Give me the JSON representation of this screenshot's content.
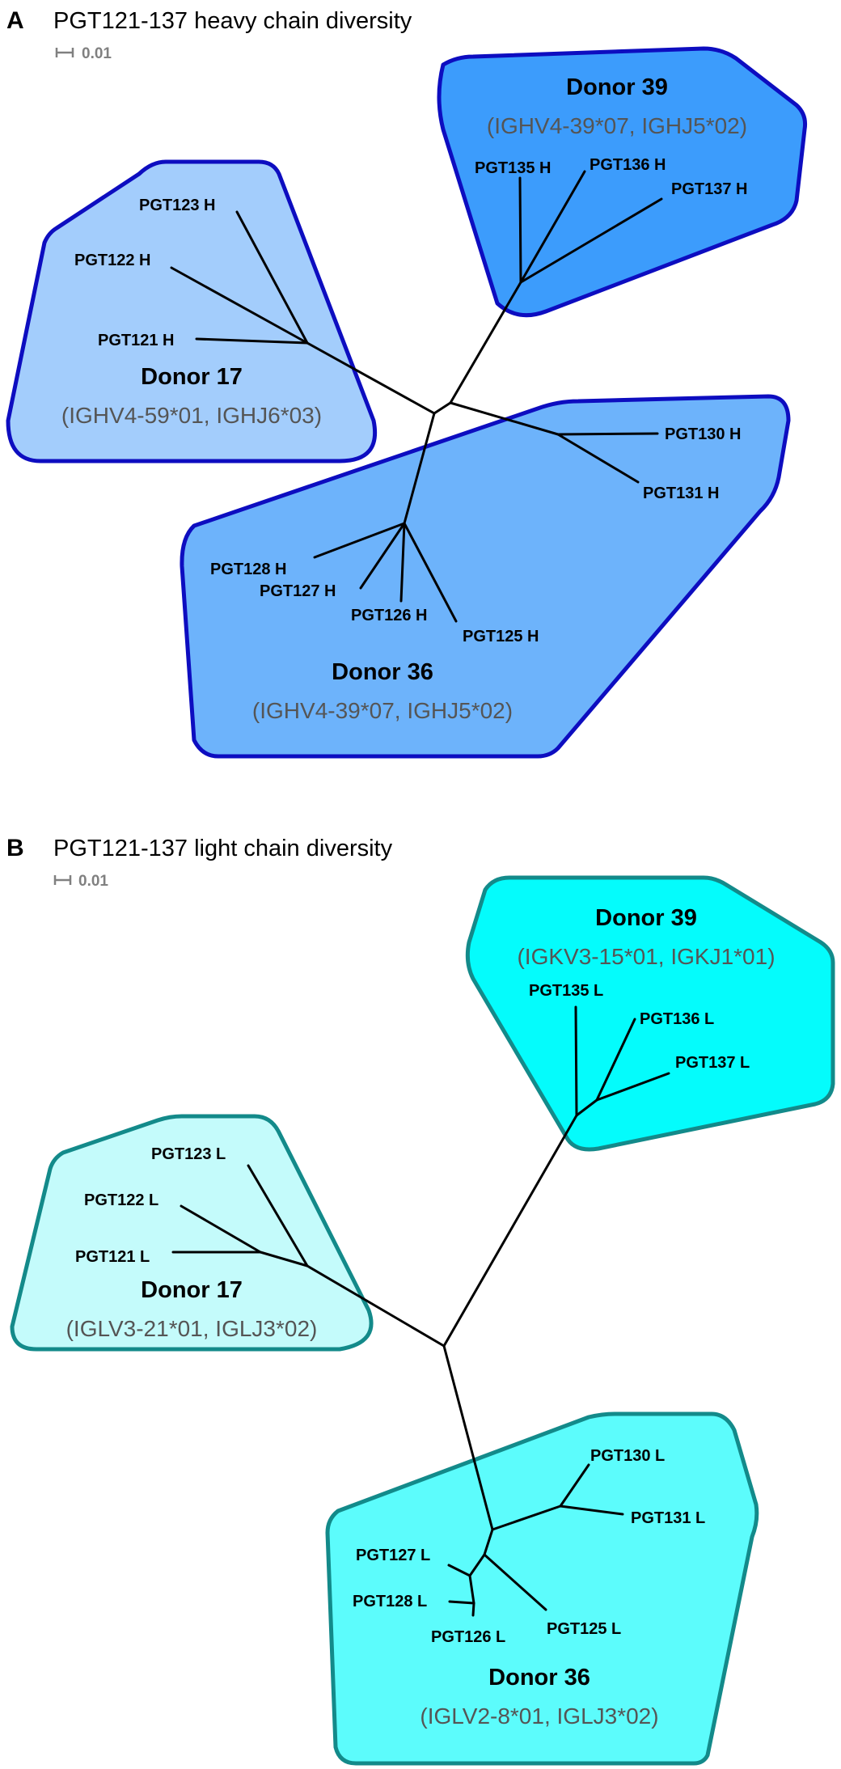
{
  "colors": {
    "heavy_donor17_fill": "#a3cdfc",
    "heavy_donor39_fill": "#3c9cfc",
    "heavy_donor36_fill": "#6db3fb",
    "heavy_outline": "#0d0dc0",
    "light_donor17_fill": "#c4fbfb",
    "light_donor39_fill": "#04fcfc",
    "light_donor36_fill": "#5cfcfc",
    "light_outline": "#138a8a",
    "scale_bar": "#808080"
  },
  "panelA": {
    "letter": "A",
    "title": "PGT121-137 heavy chain diversity",
    "scale": "0.01",
    "donor17": {
      "name": "Donor 17",
      "genes": "(IGHV4-59*01, IGHJ6*03)"
    },
    "donor39": {
      "name": "Donor 39",
      "genes": "(IGHV4-39*07, IGHJ5*02)"
    },
    "donor36": {
      "name": "Donor 36",
      "genes": "(IGHV4-39*07, IGHJ5*02)"
    },
    "leaves": {
      "pgt121": "PGT121 H",
      "pgt122": "PGT122 H",
      "pgt123": "PGT123 H",
      "pgt135": "PGT135 H",
      "pgt136": "PGT136 H",
      "pgt137": "PGT137 H",
      "pgt130": "PGT130 H",
      "pgt131": "PGT131 H",
      "pgt128": "PGT128 H",
      "pgt127": "PGT127 H",
      "pgt126": "PGT126 H",
      "pgt125": "PGT125 H"
    }
  },
  "panelB": {
    "letter": "B",
    "title": "PGT121-137 light chain diversity",
    "scale": "0.01",
    "donor39": {
      "name": "Donor 39",
      "genes": "(IGKV3-15*01, IGKJ1*01)"
    },
    "donor17": {
      "name": "Donor 17",
      "genes": "(IGLV3-21*01, IGLJ3*02)"
    },
    "donor36": {
      "name": "Donor 36",
      "genes": "(IGLV2-8*01, IGLJ3*02)"
    },
    "leaves": {
      "pgt135": "PGT135 L",
      "pgt136": "PGT136 L",
      "pgt137": "PGT137 L",
      "pgt123": "PGT123 L",
      "pgt122": "PGT122 L",
      "pgt121": "PGT121 L",
      "pgt130": "PGT130 L",
      "pgt131": "PGT131 L",
      "pgt127": "PGT127 L",
      "pgt128": "PGT128 L",
      "pgt126": "PGT126 L",
      "pgt125": "PGT125 L"
    }
  }
}
